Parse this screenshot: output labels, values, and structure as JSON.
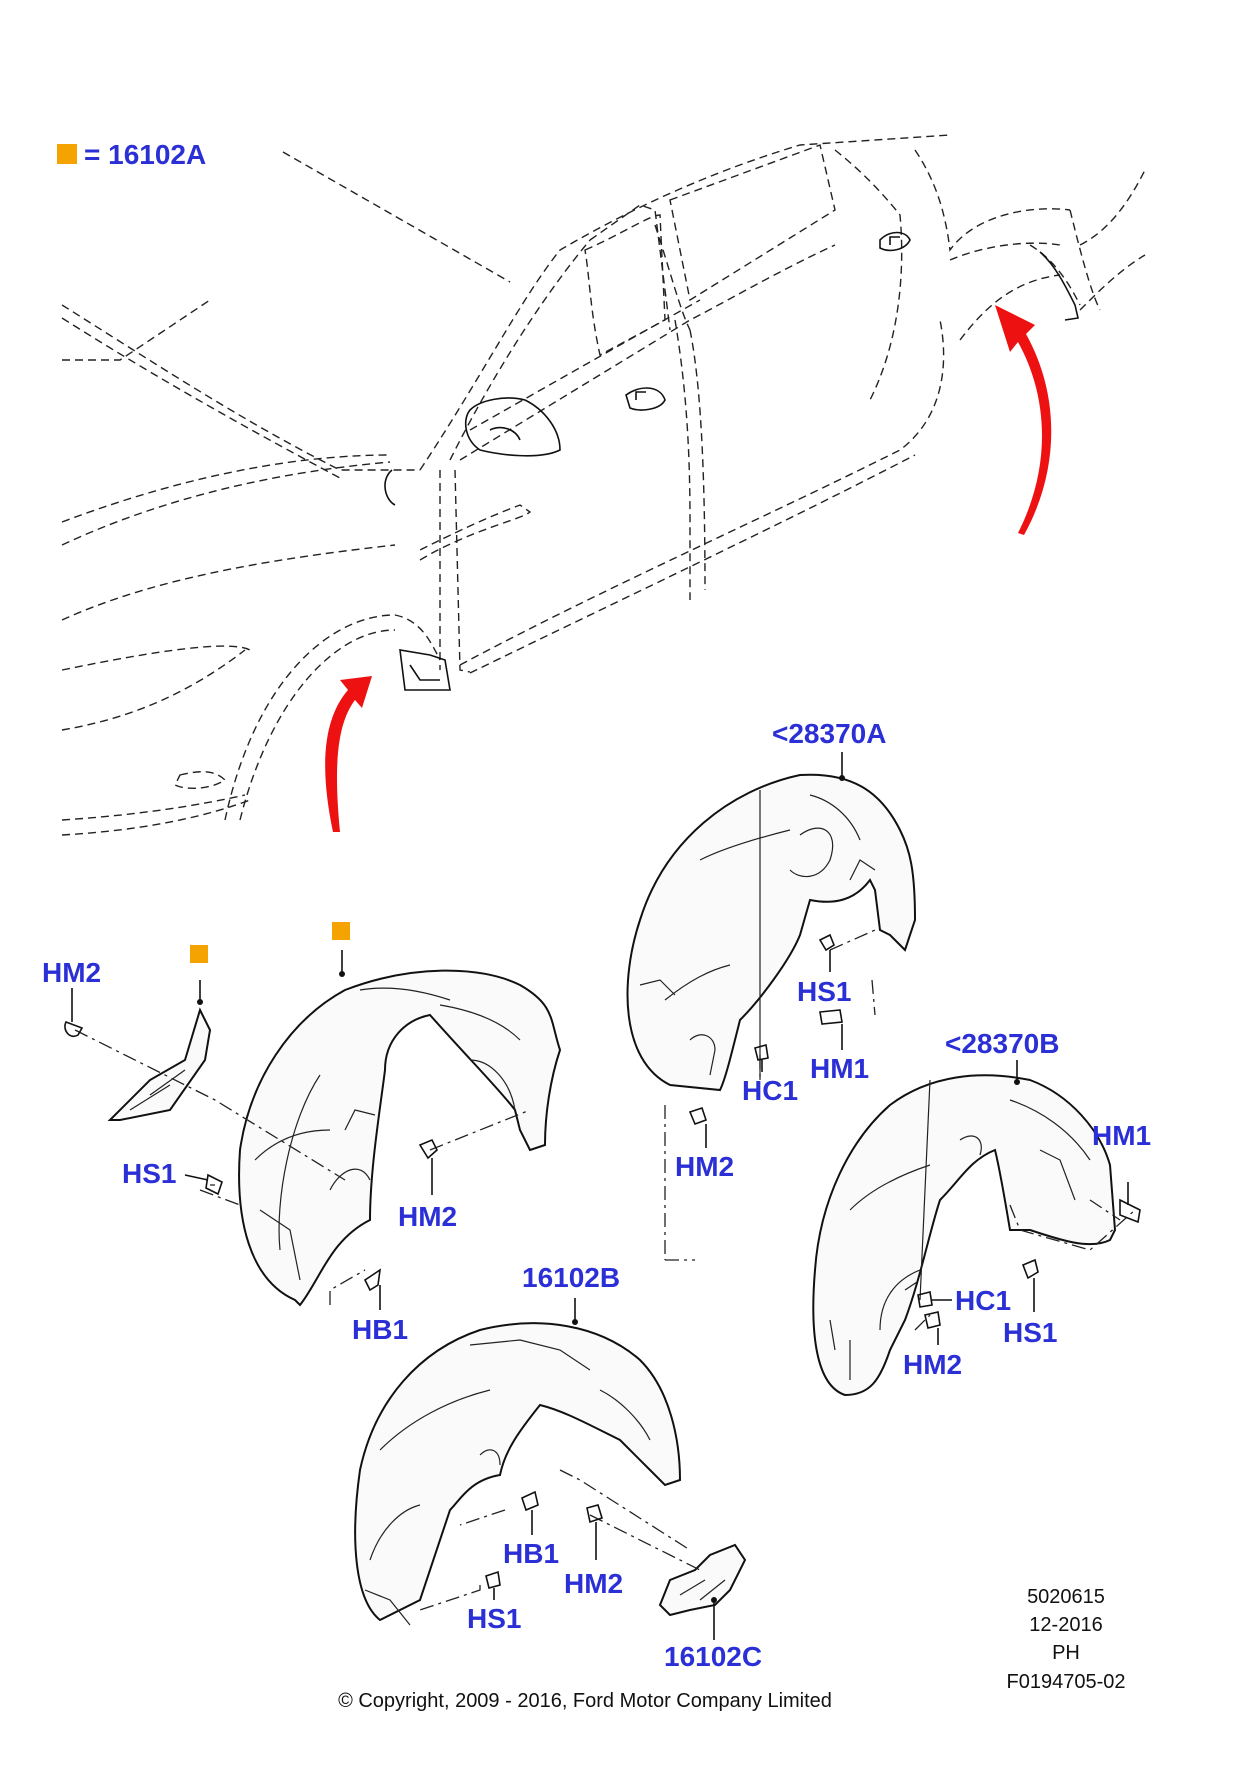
{
  "legend": {
    "swatch_color": "#f5a300",
    "text": "= 16102A"
  },
  "callouts": {
    "c28370A": "<28370A",
    "c28370B": "<28370B",
    "c16102B": "16102B",
    "c16102C": "16102C",
    "hm2_a": "HM2",
    "hs1_a": "HS1",
    "hm2_b": "HM2",
    "hb1_a": "HB1",
    "hs1_b": "HS1",
    "hm1_a": "HM1",
    "hc1_a": "HC1",
    "hm2_c": "HM2",
    "hm1_b": "HM1",
    "hc1_b": "HC1",
    "hs1_c": "HS1",
    "hm2_d": "HM2",
    "hb1_b": "HB1",
    "hm2_e": "HM2",
    "hs1_d": "HS1"
  },
  "info": {
    "line1": "5020615",
    "line2": "12-2016",
    "line3": "PH",
    "line4": "F0194705-02"
  },
  "copyright": "© Copyright, 2009 - 2016, Ford Motor Company Limited",
  "colors": {
    "callout": "#2b2fd6",
    "arrow": "#ee1111",
    "marker": "#f5a300"
  }
}
